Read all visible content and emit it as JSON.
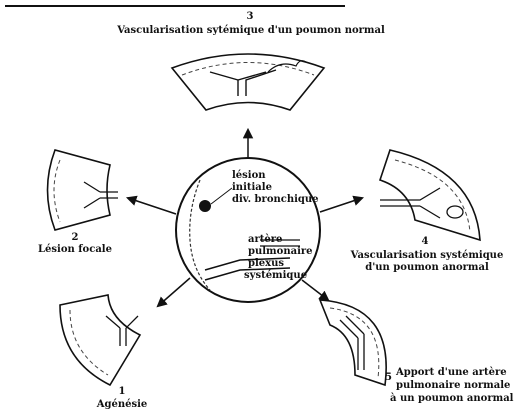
{
  "labels": {
    "n3": "3",
    "t3": "Vascularisation sytémique d'un poumon normal",
    "n2": "2",
    "t2": "Lésion focale",
    "n4": "4",
    "t4a": "Vascularisation systémique",
    "t4b": "d'un poumon anormal",
    "n1": "1",
    "t1": "Agénésie",
    "n5": "5",
    "t5a": "Apport d'une artère",
    "t5b": "pulmonaire normale",
    "t5c": "à un poumon anormal",
    "center": {
      "lesion1": "lésion",
      "lesion2": "initiale",
      "div": "div. bronchique",
      "art1": "artère",
      "art2": "pulmonaire",
      "plex1": "plexus",
      "plex2": "systémique"
    }
  },
  "colors": {
    "ink": "#111111",
    "paper": "#ffffff"
  }
}
